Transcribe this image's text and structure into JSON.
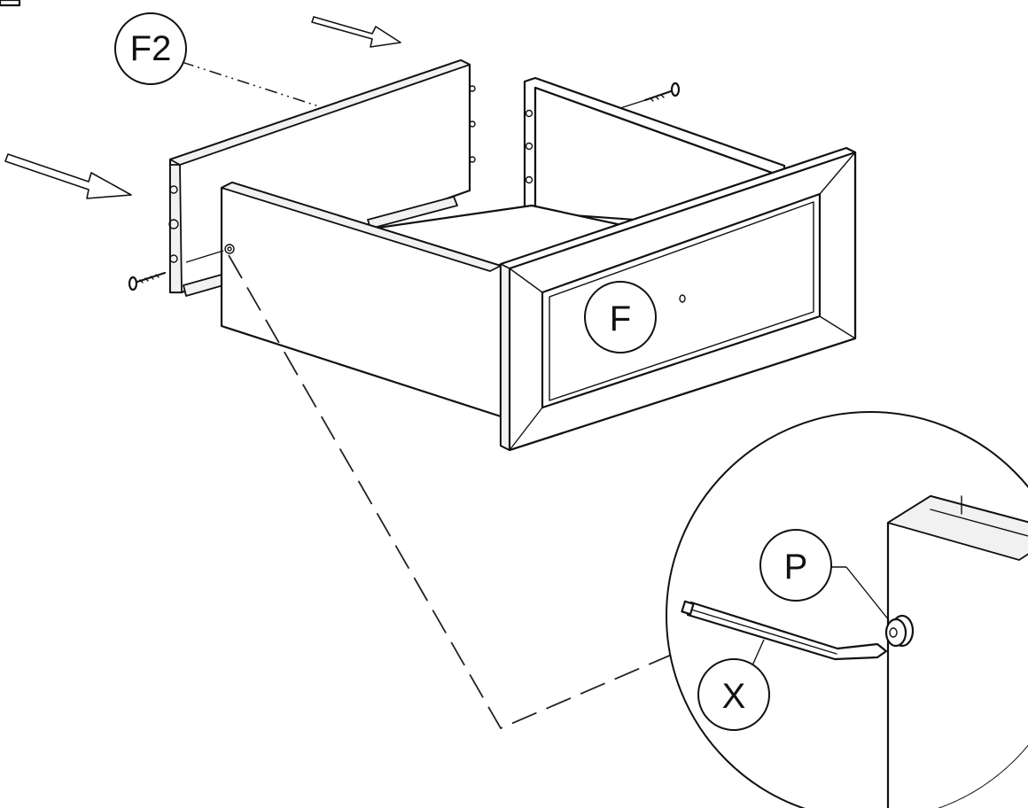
{
  "callouts": {
    "side_panel": "F2",
    "front_panel": "F",
    "cam_lock": "P",
    "allen_key": "X"
  }
}
